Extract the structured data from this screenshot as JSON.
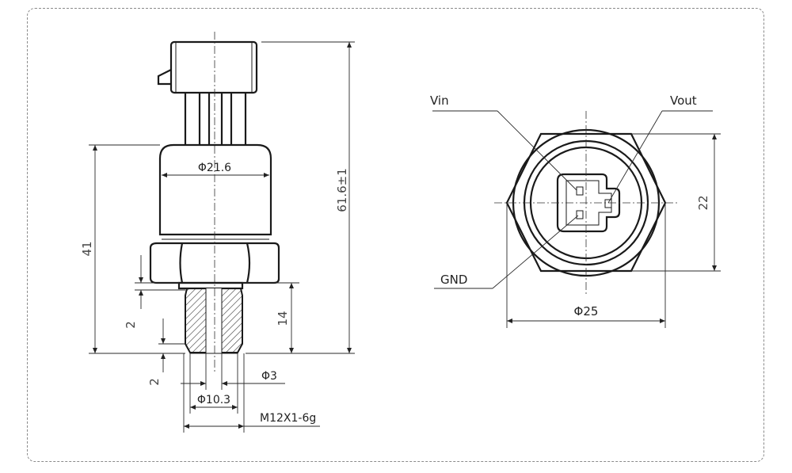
{
  "side_view": {
    "dia_body": "Φ21.6",
    "length_total": "61.6±1",
    "length_body": "41",
    "thread_length": "14",
    "chamfer_a": "2",
    "chamfer_b": "2",
    "dia_hole": "Φ3",
    "dia_port": "Φ10.3",
    "thread_spec": "M12X1-6g"
  },
  "end_view": {
    "label_vin": "Vin",
    "label_vout": "Vout",
    "label_gnd": "GND",
    "dia_flats": "Φ25",
    "across_flats": "22"
  }
}
